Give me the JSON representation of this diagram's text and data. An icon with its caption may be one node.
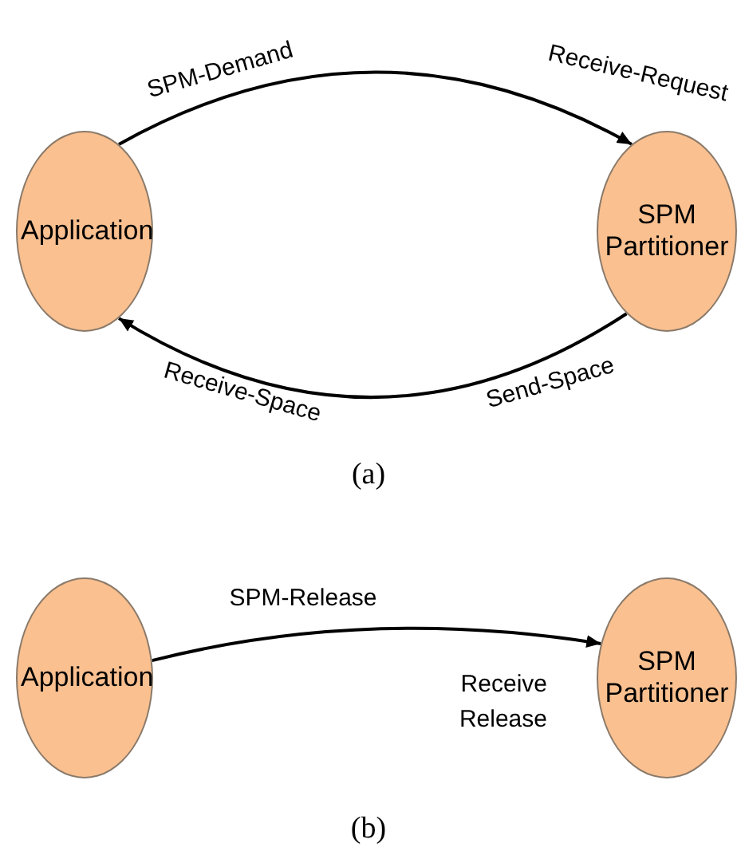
{
  "diagram": {
    "nodes": [
      {
        "text": [
          "Application"
        ]
      },
      {
        "text": [
          "SPM Partitioner"
        ]
      },
      {
        "text": [
          "Application"
        ]
      },
      {
        "text": [
          "SPM Partitioner"
        ]
      }
    ],
    "edges": [
      {
        "from": 0,
        "to": 1,
        "arrow": "to",
        "label": "SPM-Demand"
      },
      {
        "from": 1,
        "to": 0,
        "arrow": "to",
        "label": "Send-Space"
      },
      {
        "from": 2,
        "to": 3,
        "arrow": "to",
        "label": "SPM-Release"
      }
    ],
    "labels": [
      "Receive-Request",
      "Receive-Space",
      "(a)",
      "Receive Release",
      "(b)"
    ]
  }
}
